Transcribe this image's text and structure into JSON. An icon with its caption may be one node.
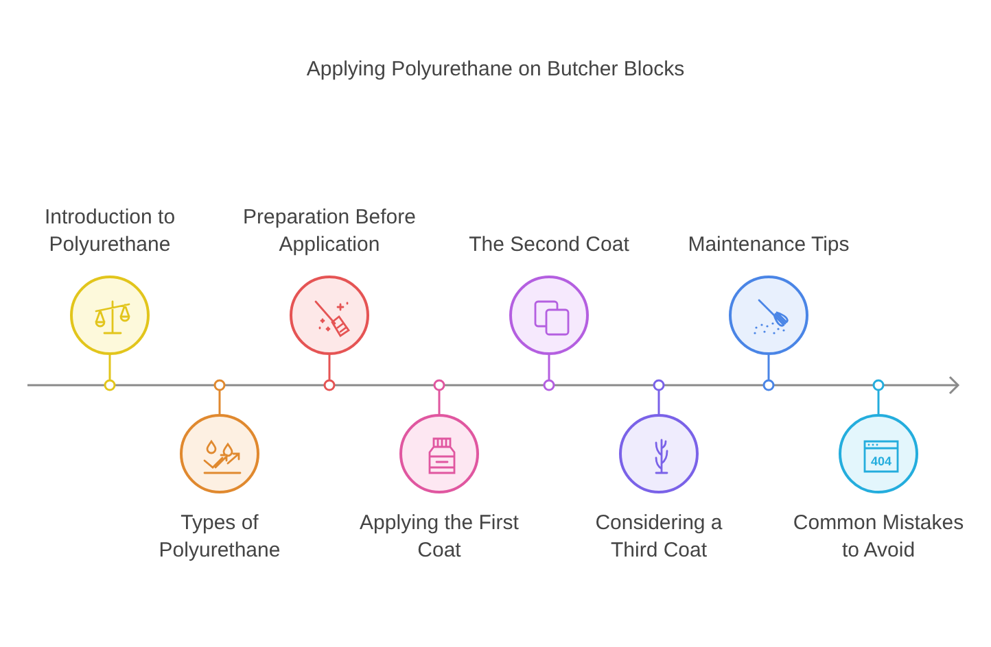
{
  "diagram": {
    "title": "Applying Polyurethane on Butcher Blocks",
    "nodes": [
      {
        "text": [
          "Introduction to Polyurethane"
        ]
      },
      {
        "text": [
          "Types of Polyurethane"
        ]
      },
      {
        "text": [
          "Preparation Before Application"
        ]
      },
      {
        "text": [
          "Applying the First Coat"
        ]
      },
      {
        "text": [
          "The Second Coat"
        ]
      },
      {
        "text": [
          "Considering a Third Coat"
        ]
      },
      {
        "text": [
          "Maintenance Tips"
        ]
      },
      {
        "text": [
          "Common Mistakes to Avoid"
        ]
      }
    ],
    "labels": [
      "404"
    ]
  }
}
